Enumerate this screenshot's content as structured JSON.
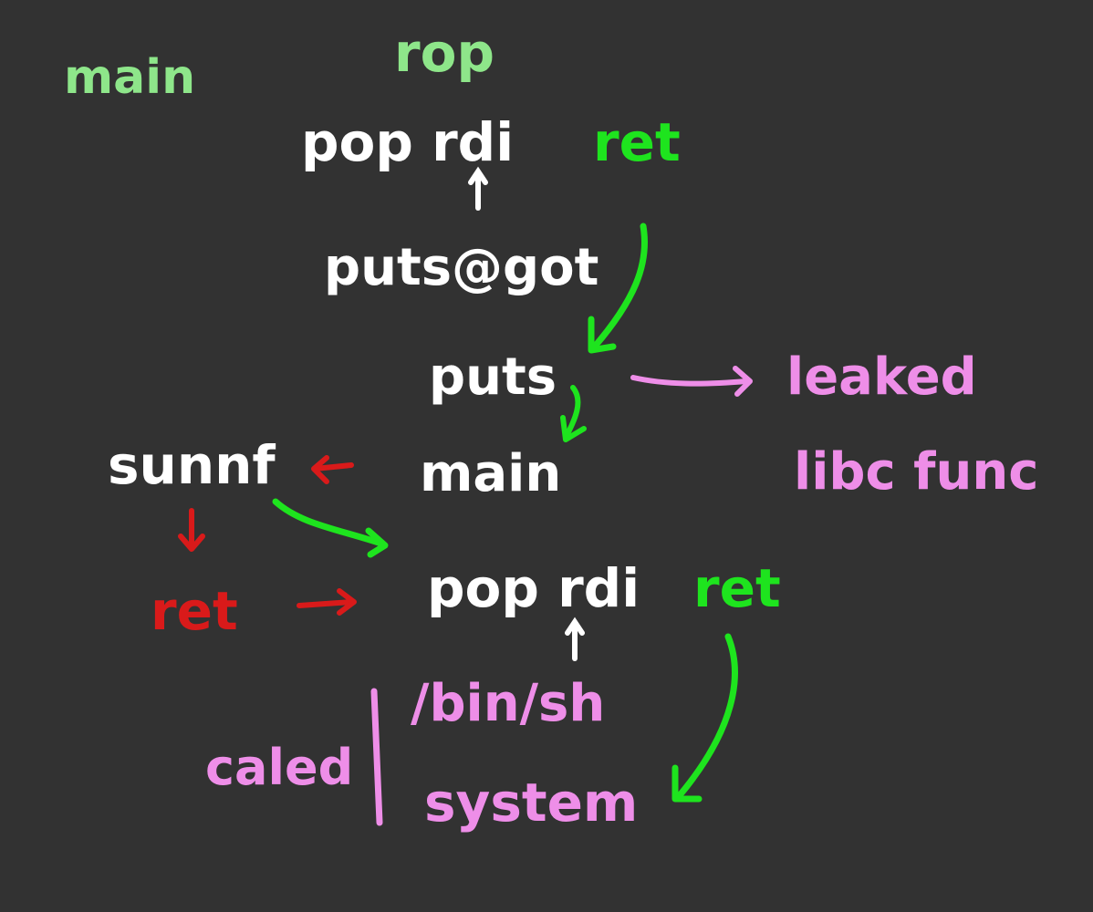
{
  "colors": {
    "background": "#323232",
    "white": "#ffffff",
    "light_green": "#8ee68a",
    "bright_green": "#1ee41e",
    "pink": "#ee8ee8",
    "red": "#d91a1a"
  },
  "headings": {
    "main": "main",
    "rop": "rop"
  },
  "chain1": {
    "pop_rdi": "pop rdi",
    "ret": "ret",
    "puts_got": "puts@got",
    "puts": "puts",
    "main": "main"
  },
  "leak": {
    "line1": "leaked",
    "line2": "libc func"
  },
  "scanf_branch": {
    "scanf": "sunnf",
    "ret": "ret"
  },
  "chain2": {
    "pop_rdi": "pop rdi",
    "ret": "ret",
    "bin_sh": "/bin/sh",
    "system": "system",
    "called": "caled"
  }
}
